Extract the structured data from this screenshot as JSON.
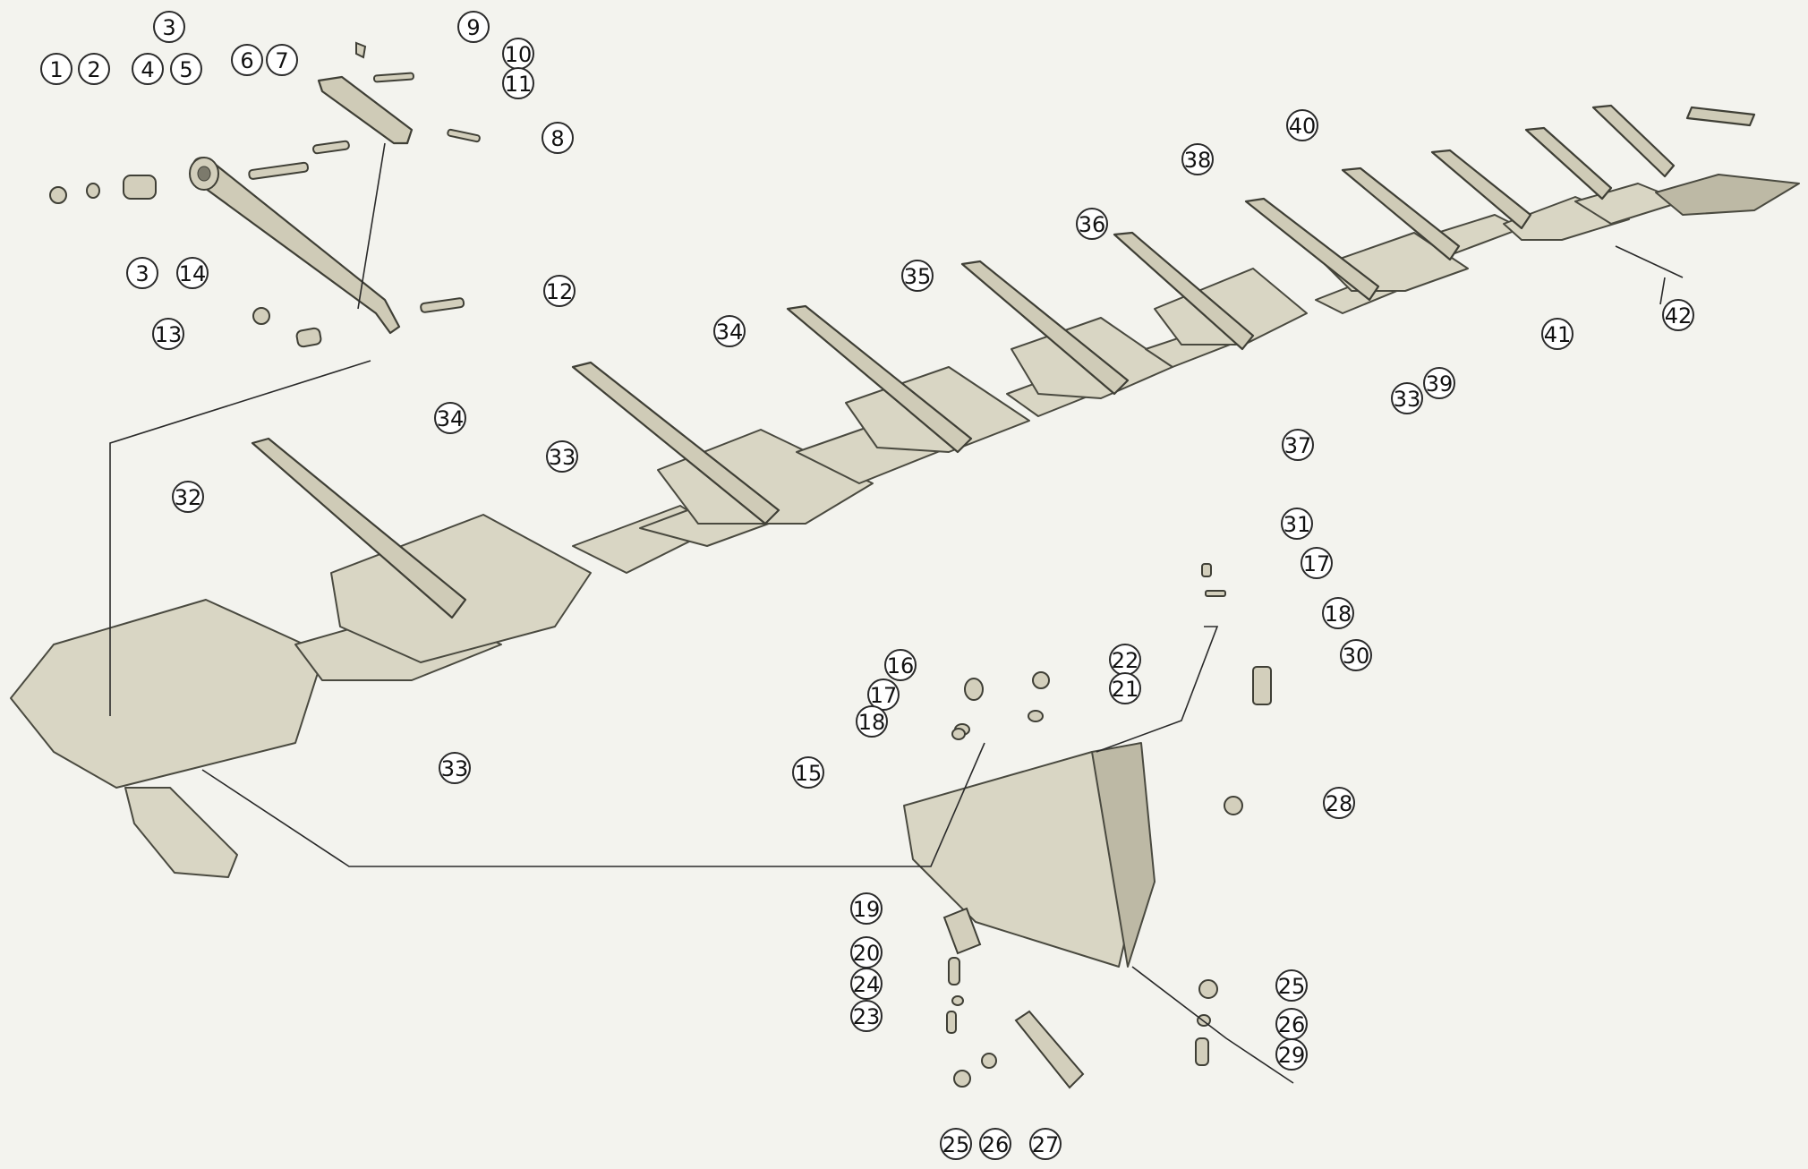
{
  "callouts": [
    {
      "id": "c1",
      "label": "1"
    },
    {
      "id": "c2",
      "label": "2"
    },
    {
      "id": "c3a",
      "label": "3"
    },
    {
      "id": "c4",
      "label": "4"
    },
    {
      "id": "c5",
      "label": "5"
    },
    {
      "id": "c6",
      "label": "6"
    },
    {
      "id": "c7",
      "label": "7"
    },
    {
      "id": "c8",
      "label": "8"
    },
    {
      "id": "c9",
      "label": "9"
    },
    {
      "id": "c10",
      "label": "10"
    },
    {
      "id": "c11",
      "label": "11"
    },
    {
      "id": "c12",
      "label": "12"
    },
    {
      "id": "c3b",
      "label": "3"
    },
    {
      "id": "c14",
      "label": "14"
    },
    {
      "id": "c13",
      "label": "13"
    },
    {
      "id": "c32",
      "label": "32"
    },
    {
      "id": "c34a",
      "label": "34"
    },
    {
      "id": "c33a",
      "label": "33"
    },
    {
      "id": "c34b",
      "label": "34"
    },
    {
      "id": "c35",
      "label": "35"
    },
    {
      "id": "c36",
      "label": "36"
    },
    {
      "id": "c38",
      "label": "38"
    },
    {
      "id": "c40",
      "label": "40"
    },
    {
      "id": "c33b",
      "label": "33"
    },
    {
      "id": "c39",
      "label": "39"
    },
    {
      "id": "c37",
      "label": "37"
    },
    {
      "id": "c41",
      "label": "41"
    },
    {
      "id": "c42",
      "label": "42"
    },
    {
      "id": "c33c",
      "label": "33"
    },
    {
      "id": "c31",
      "label": "31"
    },
    {
      "id": "c17a",
      "label": "17"
    },
    {
      "id": "c18a",
      "label": "18"
    },
    {
      "id": "c30",
      "label": "30"
    },
    {
      "id": "c16",
      "label": "16"
    },
    {
      "id": "c17b",
      "label": "17"
    },
    {
      "id": "c18b",
      "label": "18"
    },
    {
      "id": "c22",
      "label": "22"
    },
    {
      "id": "c21",
      "label": "21"
    },
    {
      "id": "c15",
      "label": "15"
    },
    {
      "id": "c28",
      "label": "28"
    },
    {
      "id": "c19",
      "label": "19"
    },
    {
      "id": "c20",
      "label": "20"
    },
    {
      "id": "c24",
      "label": "24"
    },
    {
      "id": "c23",
      "label": "23"
    },
    {
      "id": "c25a",
      "label": "25"
    },
    {
      "id": "c26a",
      "label": "26"
    },
    {
      "id": "c29",
      "label": "29"
    },
    {
      "id": "c25b",
      "label": "25"
    },
    {
      "id": "c26b",
      "label": "26"
    },
    {
      "id": "c27",
      "label": "27"
    }
  ]
}
